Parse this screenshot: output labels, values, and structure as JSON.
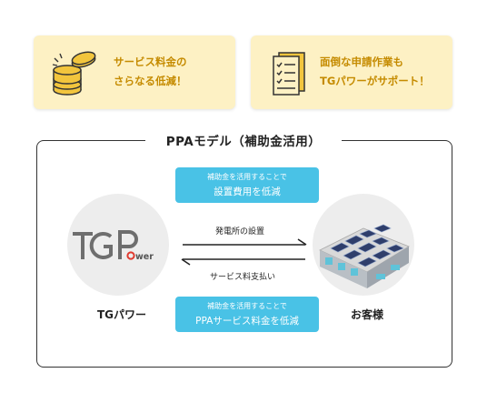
{
  "cards": [
    {
      "lines": [
        "サービス料金の",
        "さらなる低減！"
      ],
      "icon": "coin-stack-icon"
    },
    {
      "lines": [
        "面倒な申請作業も",
        "TGパワーがサポート！"
      ],
      "icon": "checklist-document-icon"
    }
  ],
  "diagram": {
    "title": "PPAモデル（補助金活用）",
    "left_node": {
      "label": "TGパワー",
      "logo_text": "TGPower"
    },
    "right_node": {
      "label": "お客様",
      "image": "solar-panel-building-icon"
    },
    "top_callout": {
      "small": "補助金を活用することで",
      "main": "設置費用を低減"
    },
    "bottom_callout": {
      "small": "補助金を活用することで",
      "main": "PPAサービス料金を低減"
    },
    "arrow_right_label": "発電所の設置",
    "arrow_left_label": "サービス料支払い"
  },
  "colors": {
    "card_bg": "#fdf1c4",
    "card_text": "#c58b00",
    "accent": "#49c2e6",
    "logo_red": "#e03a2f"
  }
}
